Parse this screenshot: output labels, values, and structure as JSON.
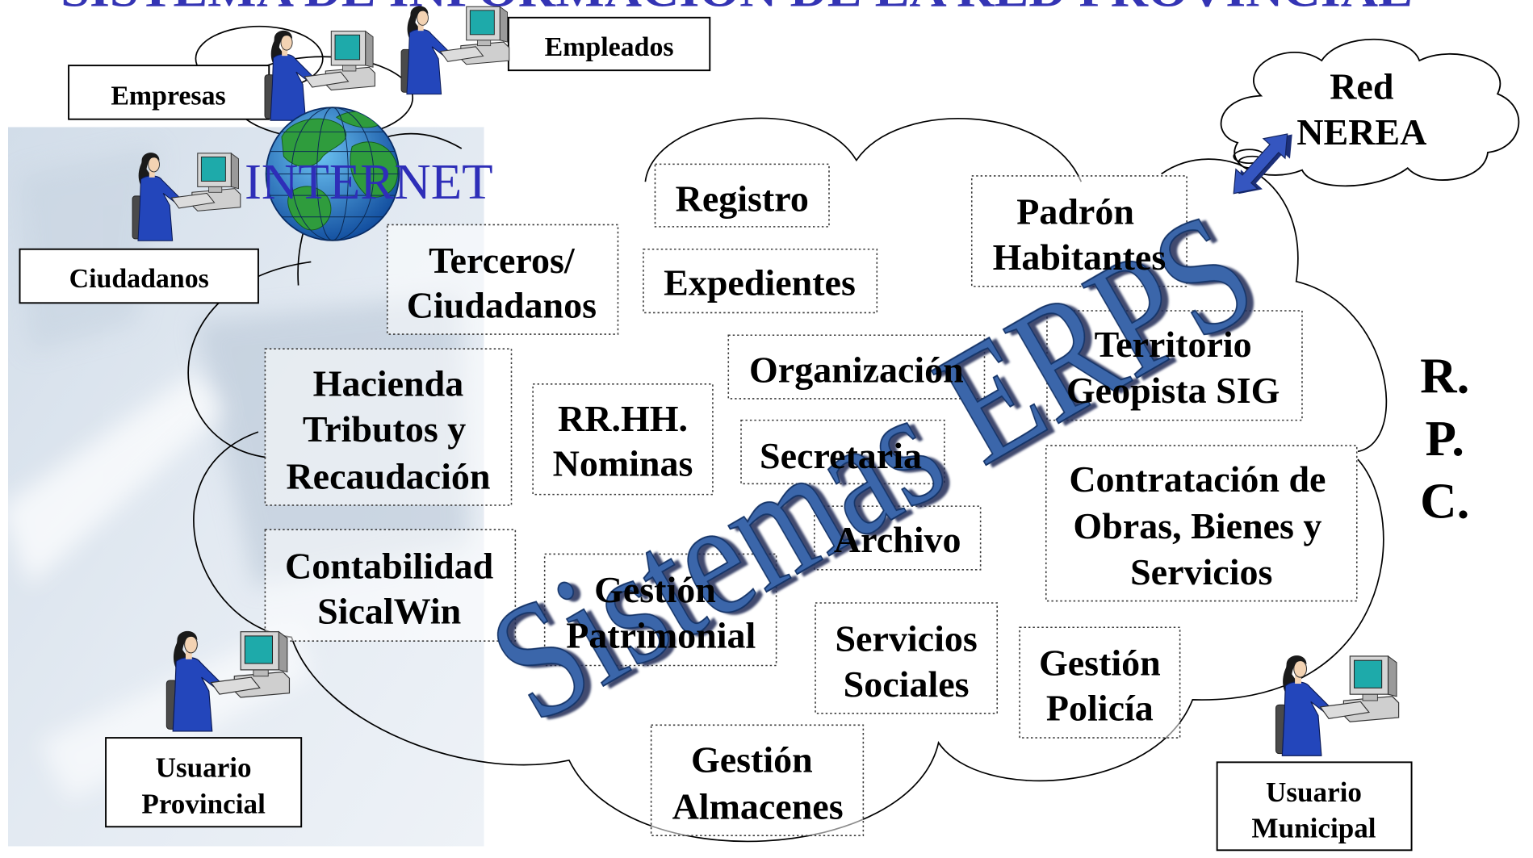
{
  "title": "SISTEMA DE INFORMACIÓN DE LA RED PROVINCIAL",
  "internet": {
    "label": "INTERNET"
  },
  "watermark": "Sistemas ERPS",
  "red_nerea": {
    "lines": [
      "Red",
      "NEREA"
    ]
  },
  "rpc": {
    "lines": [
      "R.",
      "P.",
      "C."
    ]
  },
  "users": {
    "empleados": {
      "lines": [
        "Empleados"
      ]
    },
    "empresas": {
      "lines": [
        "Empresas"
      ]
    },
    "ciudadanos": {
      "lines": [
        "Ciudadanos"
      ]
    },
    "usuario_provincial": {
      "lines": [
        "Usuario",
        "Provincial"
      ]
    },
    "usuario_municipal": {
      "lines": [
        "Usuario",
        "Municipal"
      ]
    }
  },
  "modules": {
    "registro": {
      "lines": [
        "Registro"
      ]
    },
    "expedientes": {
      "lines": [
        "Expedientes"
      ]
    },
    "terceros": {
      "lines": [
        "Terceros/",
        "Ciudadanos"
      ]
    },
    "padron": {
      "lines": [
        "Padrón",
        "Habitantes"
      ]
    },
    "organizacion": {
      "lines": [
        "Organización"
      ]
    },
    "territorio": {
      "lines": [
        "Territorio",
        "Geopista SIG"
      ]
    },
    "hacienda": {
      "lines": [
        "Hacienda",
        "Tributos y",
        "Recaudación"
      ]
    },
    "rrhh": {
      "lines": [
        "RR.HH.",
        "Nominas"
      ]
    },
    "secretaria": {
      "lines": [
        "Secretaria"
      ]
    },
    "contratacion": {
      "lines": [
        "Contratación de",
        "Obras, Bienes y",
        "Servicios"
      ]
    },
    "archivo": {
      "lines": [
        "Archivo"
      ]
    },
    "contabilidad": {
      "lines": [
        "Contabilidad",
        "SicalWin"
      ]
    },
    "patrimonial": {
      "lines": [
        "Gestión",
        "Patrimonial"
      ]
    },
    "servicios_sociales": {
      "lines": [
        "Servicios",
        "Sociales"
      ]
    },
    "policia": {
      "lines": [
        "Gestión",
        "Policía"
      ]
    },
    "almacenes": {
      "lines": [
        "Gestión",
        "Almacenes"
      ]
    }
  },
  "icons": {
    "internet": "globe-icon",
    "user": "user-at-computer-icon",
    "network_link": "double-arrow-icon",
    "network": "cloud-icon"
  },
  "colors": {
    "title": "#3434b4",
    "internet": "#2e2eb8",
    "watermark": "#3a66aa",
    "arrow": "#3556c0",
    "outfit": "#2346bb",
    "screen": "#1eaaaa"
  }
}
